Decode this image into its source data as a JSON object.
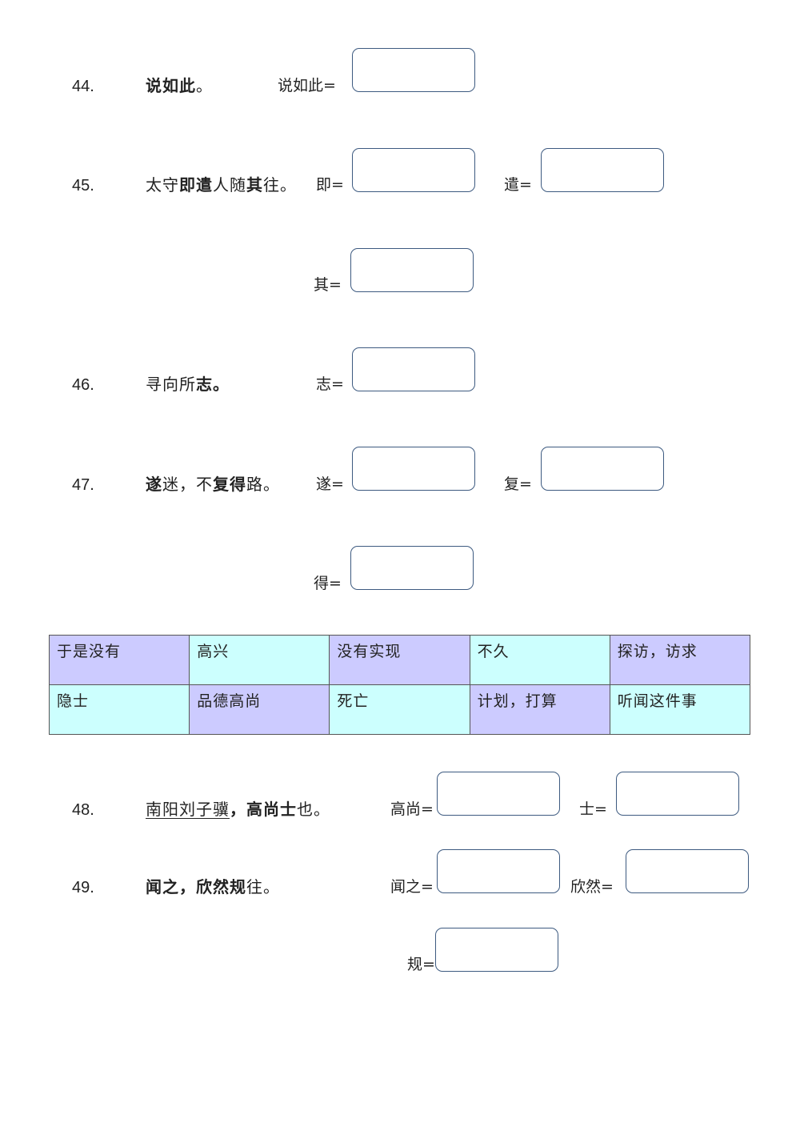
{
  "questions": {
    "q44": {
      "num": "44.",
      "sentence": [
        "说如此",
        "。"
      ],
      "labels": {
        "a": "说如此="
      }
    },
    "q45": {
      "num": "45.",
      "sentence": [
        "太守",
        "即遣",
        "人随",
        "其",
        "往。"
      ],
      "labels": {
        "a": "即=",
        "b": "遣=",
        "c": "其="
      }
    },
    "q46": {
      "num": "46.",
      "sentence": [
        "寻向所",
        "志。"
      ],
      "labels": {
        "a": "志="
      }
    },
    "q47": {
      "num": "47.",
      "sentence": [
        "遂",
        "迷，不",
        "复得",
        "路。"
      ],
      "labels": {
        "a": "遂=",
        "b": "复=",
        "c": "得="
      }
    },
    "q48": {
      "num": "48.",
      "sentence": [
        "南阳刘子骥",
        "，",
        "高尚士",
        "也。"
      ],
      "labels": {
        "a": "高尚=",
        "b": "士="
      }
    },
    "q49": {
      "num": "49.",
      "sentence": [
        "闻之",
        "，",
        "欣然规",
        "往。"
      ],
      "labels": {
        "a": "闻之=",
        "b": "欣然=",
        "c": "规="
      }
    }
  },
  "word_bank": [
    [
      "于是没有",
      "高兴",
      "没有实现",
      "不久",
      "探访，访求"
    ],
    [
      "隐士",
      "品德高尚",
      "死亡",
      "计划，打算",
      "听闻这件事"
    ]
  ],
  "colors": {
    "box_border": "#3d5a80",
    "cell_purple": "#cccbff",
    "cell_cyan": "#ccfffe"
  }
}
